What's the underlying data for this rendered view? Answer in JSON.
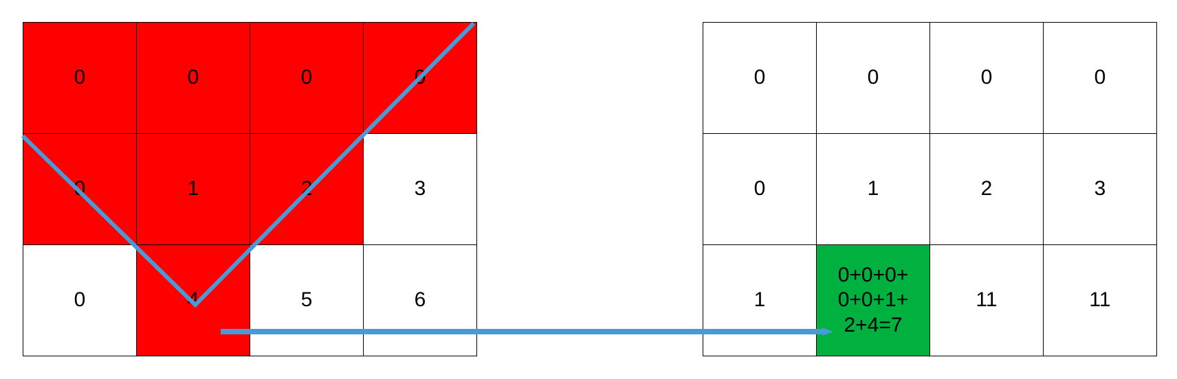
{
  "left_grid": {
    "rows": [
      [
        "0",
        "0",
        "0",
        "0"
      ],
      [
        "0",
        "1",
        "2",
        "3"
      ],
      [
        "0",
        "4",
        "5",
        "6"
      ]
    ],
    "highlight_color": "#ff0000",
    "highlighted": [
      [
        0,
        0
      ],
      [
        0,
        1
      ],
      [
        0,
        2
      ],
      [
        0,
        3
      ],
      [
        1,
        0
      ],
      [
        1,
        1
      ],
      [
        1,
        2
      ],
      [
        2,
        1
      ]
    ]
  },
  "right_grid": {
    "rows": [
      [
        "0",
        "0",
        "0",
        "0"
      ],
      [
        "0",
        "1",
        "2",
        "3"
      ],
      [
        "1",
        "0+0+0+\n0+0+1+\n2+4=7",
        "11",
        "11"
      ]
    ],
    "highlight_color": "#00b140",
    "highlighted": [
      [
        2,
        1
      ]
    ]
  },
  "annotation_color": "#4a9ad6"
}
